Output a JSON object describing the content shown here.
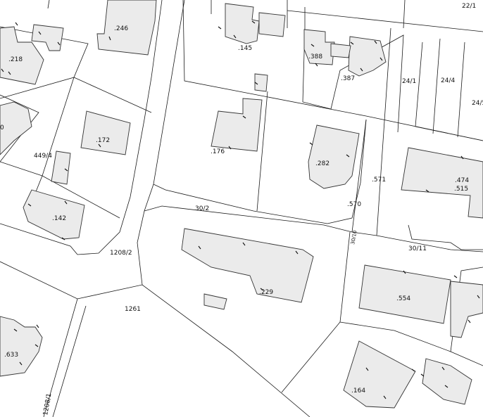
{
  "colors": {
    "background": "#ffffff",
    "building_fill": "#ebebeb",
    "line": "#1a1a1a"
  },
  "labels": {
    "p_246": ".246",
    "p_145": ".145",
    "p_22_1": "22/1",
    "p_218": ".218",
    "p_388": ".388",
    "p_387": ".387",
    "p_24_1": "24/1",
    "p_24_4": "24/4",
    "p_24_5": "24/5",
    "p_172": ".172",
    "p_176": ".176",
    "p_282": ".282",
    "p_449_4": "449/4",
    "p_474": ".474",
    "p_515": ".515",
    "p_571": ".571",
    "p_570": ".570",
    "p_142": ".142",
    "p_30_2": "30/2",
    "p_30_10": "30/10",
    "p_30_11": "30/11",
    "p_1208_2": "1208/2",
    "p_229": ".229",
    "p_554": ".554",
    "p_1261": "1261",
    "p_633": ".633",
    "p_164": ".164",
    "p_1208_1": "1208/1",
    "p_left_cut": "0"
  }
}
